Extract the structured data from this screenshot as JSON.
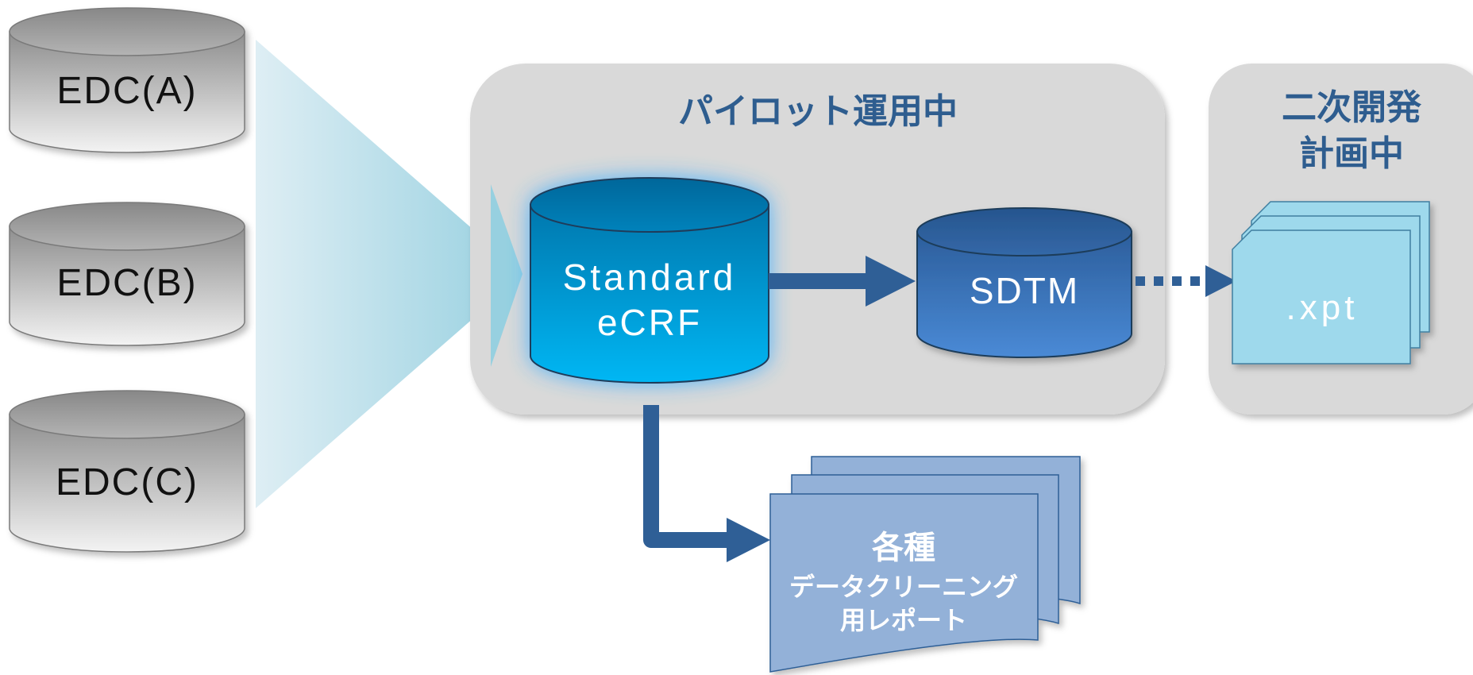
{
  "sources": [
    {
      "label": "EDC(A)"
    },
    {
      "label": "EDC(B)"
    },
    {
      "label": "EDC(C)"
    }
  ],
  "pilot_panel": {
    "title": "パイロット運用中"
  },
  "future_panel": {
    "title_line1": "二次開発",
    "title_line2": "計画中"
  },
  "standard_ecrf": {
    "line1": "Standard",
    "line2": "eCRF"
  },
  "sdtm": {
    "label": "SDTM"
  },
  "xpt": {
    "label": ".xpt"
  },
  "reports": {
    "line1": "各種",
    "line2": "データクリーニング",
    "line3": "用レポート"
  },
  "colors": {
    "panel": "#d9d9d9",
    "arrow": "#2f5f96",
    "ecrf": "#00a6e0",
    "sdtm": "#3877c4",
    "xpt": "#9ed9ec",
    "report": "#93b1d8",
    "title": "#2e5d8f"
  }
}
